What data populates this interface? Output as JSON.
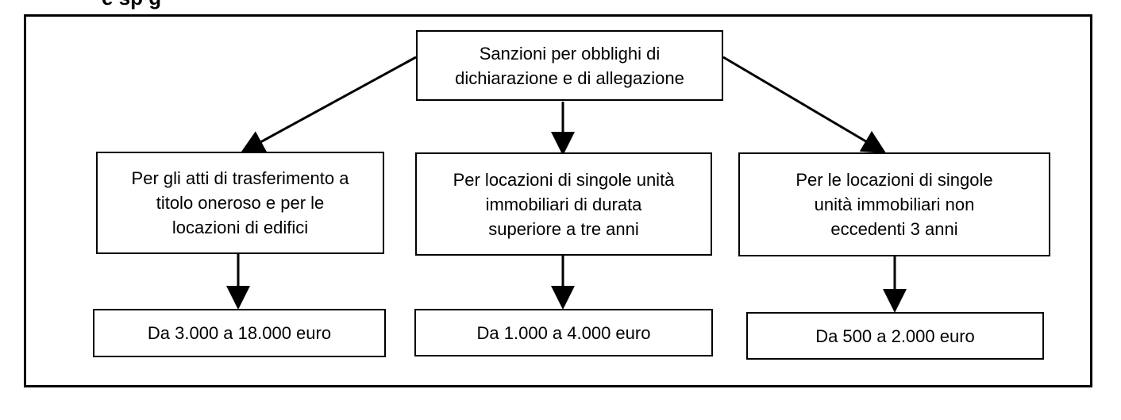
{
  "heading_fragment": "e sp g",
  "root": {
    "text": "Sanzioni per obblighi di\ndichiarazione e di allegazione"
  },
  "categories": [
    {
      "text": "Per gli atti di trasferimento a\ntitolo oneroso e per le\nlocazioni di edifici",
      "sanction": "Da 3.000 a 18.000 euro"
    },
    {
      "text": "Per locazioni di singole unità\nimmobiliari di durata\nsuperiore a tre anni",
      "sanction": "Da 1.000 a 4.000 euro"
    },
    {
      "text": "Per le locazioni di singole\nunità immobiliari non\neccedenti 3 anni",
      "sanction": "Da 500 a 2.000 euro"
    }
  ]
}
